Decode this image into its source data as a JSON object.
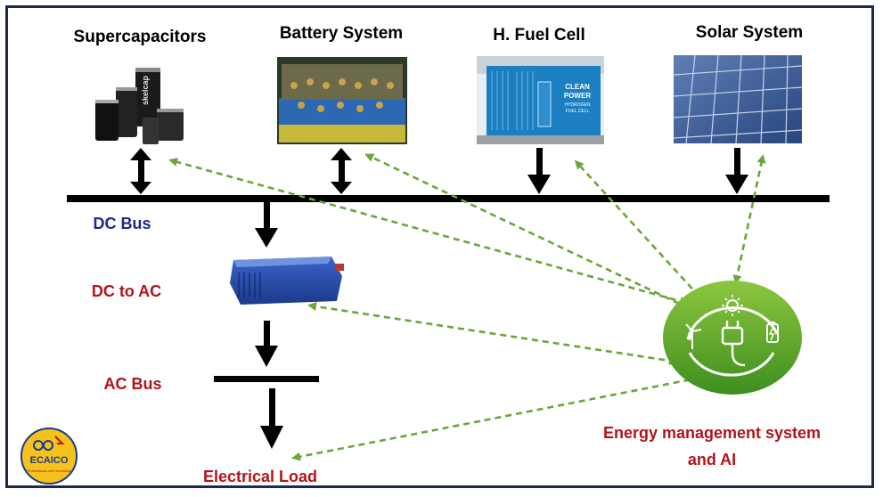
{
  "sources": [
    {
      "label": "Supercapacitors",
      "image": "supercapacitor-cells-photo",
      "flow": "bidirectional"
    },
    {
      "label": "Battery System",
      "image": "battery-pack-photo",
      "flow": "bidirectional"
    },
    {
      "label": "H. Fuel Cell",
      "image": "fuel-cell-container-photo",
      "flow": "to-bus"
    },
    {
      "label": "Solar System",
      "image": "solar-panel-photo",
      "flow": "to-bus"
    }
  ],
  "bus_labels": {
    "dc_bus": "DC Bus",
    "dc_to_ac": "DC to AC",
    "ac_bus": "AC Bus",
    "load": "Electrical Load"
  },
  "ems": {
    "label_line1": "Energy management system",
    "label_line2": "and AI",
    "icon": "green-energy-circle-icon"
  },
  "logo": {
    "text": "ECAICO",
    "subtitle": "Professional and Honorable"
  },
  "container_text": {
    "line1": "CLEAN",
    "line2": "POWER",
    "line3": "HYDROGEN",
    "line4": "FUEL CELL"
  },
  "supercap_text": "skelcap",
  "colors": {
    "title": "#000000",
    "dc_bus_label": "#1b2a8c",
    "red_labels": "#b5121b",
    "dashed_arrows": "#6aa63a",
    "ems_green": "#57a62a",
    "frame": "#1f2a4a"
  }
}
